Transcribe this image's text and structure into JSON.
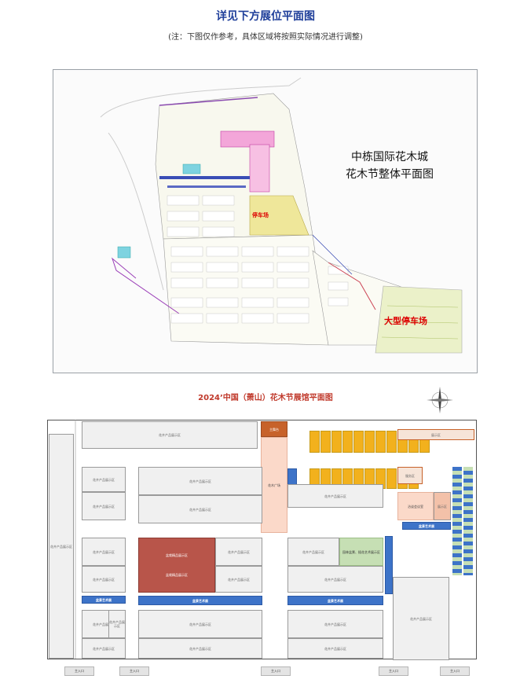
{
  "header": {
    "title": "详见下方展位平面图",
    "subtitle": "(注：下图仅作参考，具体区域将按照实际情况进行调整)"
  },
  "site_map": {
    "title_line1": "中栋国际花木城",
    "title_line2": "花木节整体平面图",
    "parking_small": "停车场",
    "parking_large": "大型停车场"
  },
  "hall_map": {
    "title": "2024’中国（萧山）花木节展馆平面图",
    "zones": {
      "top_strip": "花卉产品展示区",
      "left_tall": "花卉产品展示区",
      "stage": "主舞台",
      "square": "花木广场",
      "red_center_1": "盆栽精品展示区",
      "red_center_2": "盆栽精品展示区",
      "green": "园林盆景、插花艺术展示区",
      "meeting": "洽谈会议室",
      "pink_right": "展示区",
      "blue_bar": "盆景艺术展",
      "top_right_1": "展示区",
      "top_right_2": "服务区"
    },
    "entrance": "主入口"
  },
  "colors": {
    "blue": "#3d73c8",
    "brick": "#b8554a",
    "yellow": "#f2b11d",
    "peach": "#fbd9c9",
    "green": "#c6dfb4",
    "title": "#1f3f9a",
    "hall_title": "#c0392b"
  }
}
